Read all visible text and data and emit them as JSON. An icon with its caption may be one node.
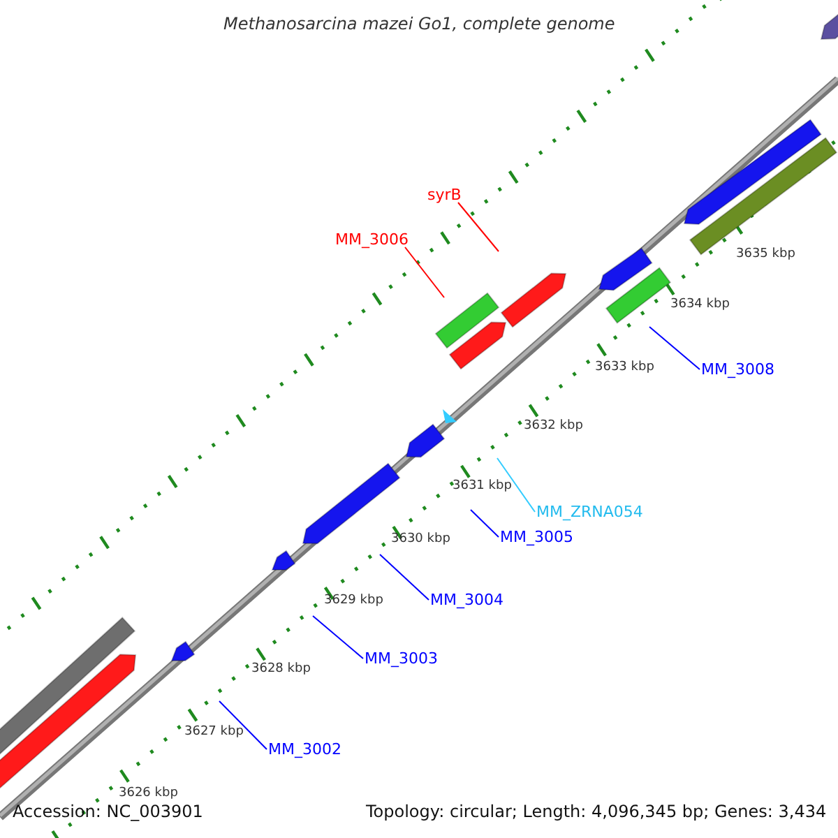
{
  "diagram": {
    "title": "Methanosarcina mazei Go1, complete genome",
    "nodes": [
      {
        "text": [
          "syrB"
        ]
      },
      {
        "text": [
          "MM_3006"
        ]
      },
      {
        "text": [
          "MM_3008"
        ]
      },
      {
        "text": [
          "MM_ZRNA054"
        ]
      },
      {
        "text": [
          "MM_3005"
        ]
      },
      {
        "text": [
          "MM_3004"
        ]
      },
      {
        "text": [
          "MM_3003"
        ]
      },
      {
        "text": [
          "MM_3002"
        ]
      }
    ],
    "edges": [
      {
        "from": 0,
        "to": null,
        "arrow": "none",
        "color": "#ff0000"
      },
      {
        "from": 1,
        "to": null,
        "arrow": "none",
        "color": "#ff0000"
      },
      {
        "from": 2,
        "to": null,
        "arrow": "none"
      },
      {
        "from": 3,
        "to": null,
        "arrow": "none",
        "color": "#33ccff"
      },
      {
        "from": 4,
        "to": null,
        "arrow": "none"
      },
      {
        "from": 5,
        "to": null,
        "arrow": "none"
      },
      {
        "from": 6,
        "to": null,
        "arrow": "none"
      },
      {
        "from": 7,
        "to": null,
        "arrow": "none"
      }
    ],
    "labels": [
      "3635 kbp",
      "3634 kbp",
      "3633 kbp",
      "3632 kbp",
      "3631 kbp",
      "3630 kbp",
      "3629 kbp",
      "3628 kbp",
      "3627 kbp",
      "3626 kbp",
      "Accession: NC_003901",
      "Topology: circular; Length: 4,096,345 bp; Genes: 3,434"
    ]
  }
}
